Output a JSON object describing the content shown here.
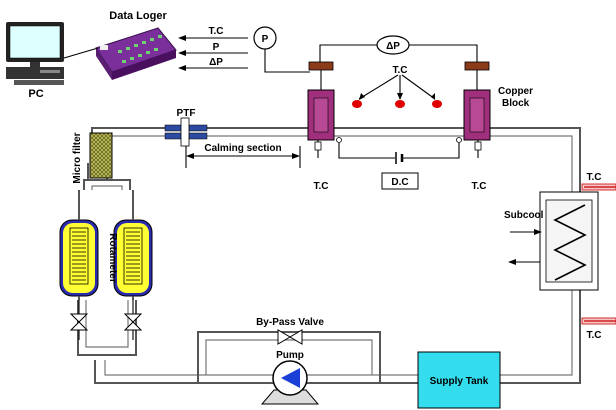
{
  "labels": {
    "data_logger": "Data Loger",
    "pc": "PC",
    "logger_tc": "T.C",
    "logger_p": "P",
    "logger_dp": "ΔP",
    "pressure_gauge": "P",
    "dp_gauge": "ΔP",
    "tc_top": "T.C",
    "copper_block": "Copper\nBlock",
    "ptf": "PTF",
    "micro_filter": "Micro filter",
    "calming_section": "Calming section",
    "tc_left": "T.C",
    "tc_right": "T.C",
    "dc": "D.C",
    "tc_subcool_top": "T.C",
    "subcool": "Subcool",
    "tc_subcool_bottom": "T.C",
    "rotameter": "Rotameter",
    "bypass_valve": "By-Pass Valve",
    "pump": "Pump",
    "supply_tank": "Supply Tank"
  },
  "colors": {
    "copper_block": "#a0307e",
    "supply_tank": "#33ddee",
    "rotameter_fill": "#ffff33",
    "micro_filter": "#6b6b1f",
    "pump_arrow": "#1a3fd6",
    "tc_dot": "#e00000",
    "ptf": "#2c4aa0",
    "gauge_cap": "#8b3a1a",
    "data_logger": "#7a2f9a"
  }
}
